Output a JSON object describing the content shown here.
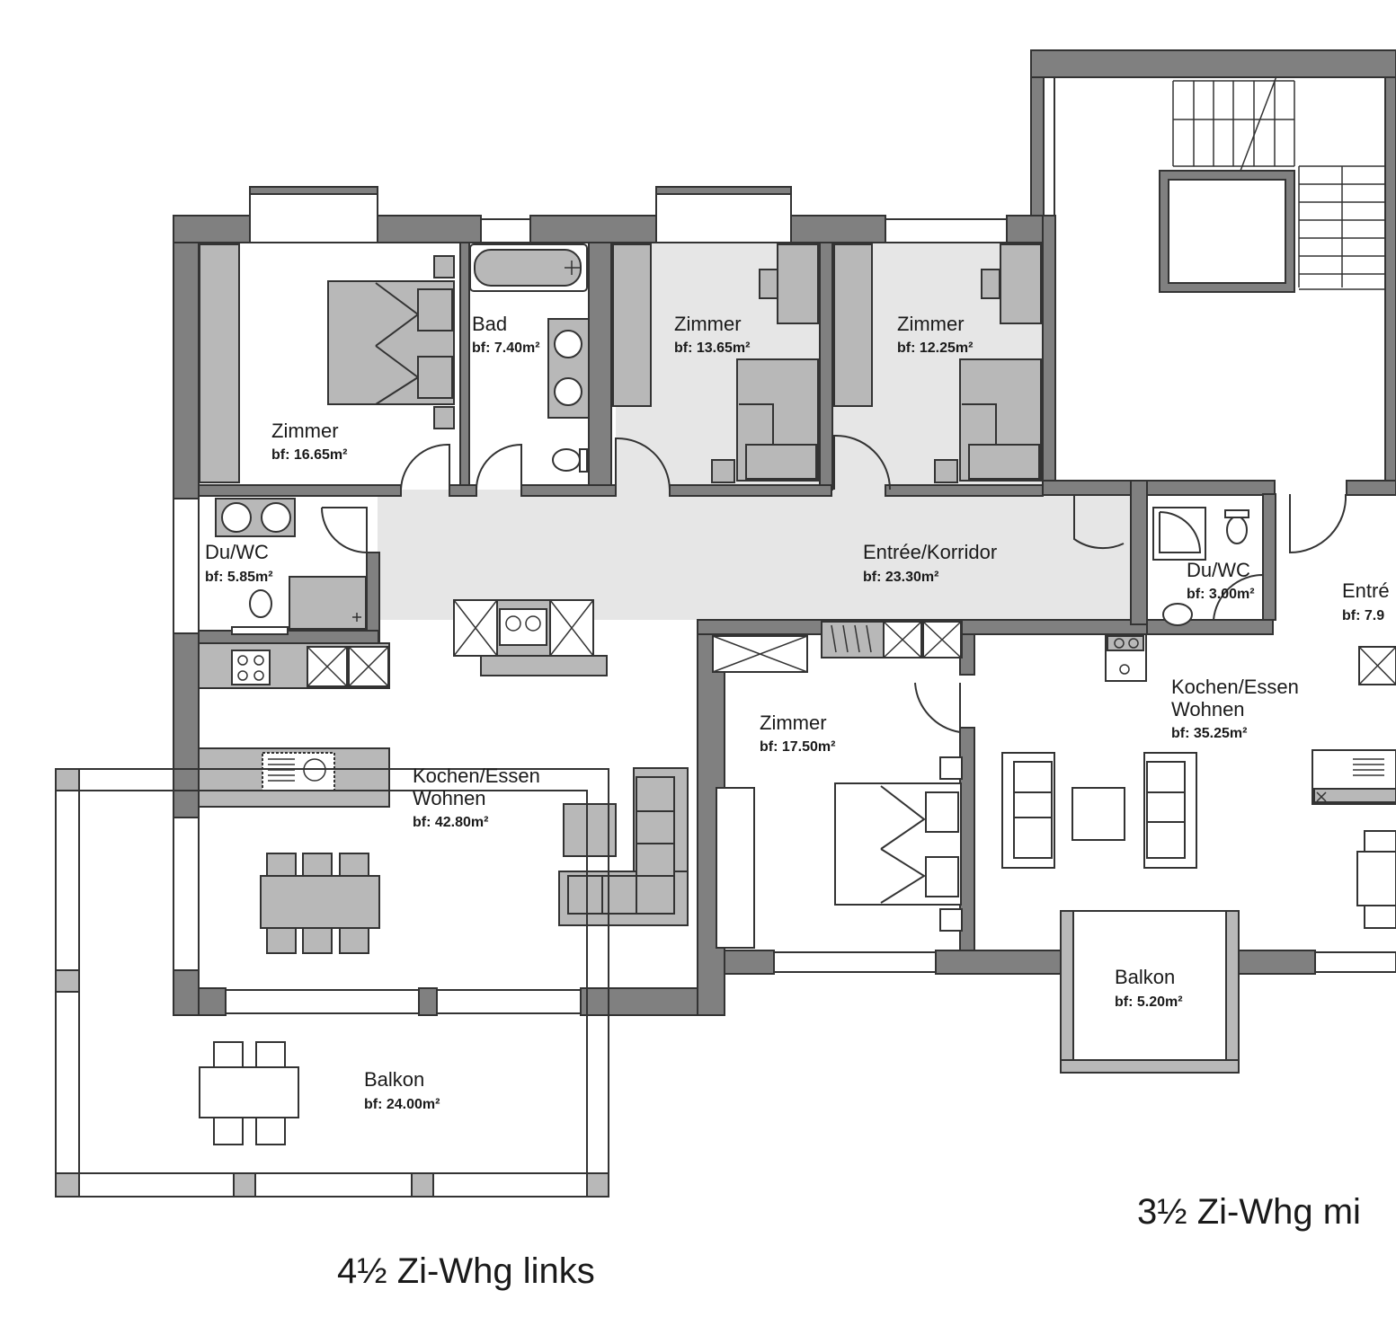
{
  "rooms": {
    "zimmer_1": {
      "name": "Zimmer",
      "area": "bf: 16.65m²"
    },
    "bad": {
      "name": "Bad",
      "area": "bf: 7.40m²"
    },
    "zimmer_2": {
      "name": "Zimmer",
      "area": "bf: 13.65m²"
    },
    "zimmer_3": {
      "name": "Zimmer",
      "area": "bf: 12.25m²"
    },
    "duwc_left": {
      "name": "Du/WC",
      "area": "bf: 5.85m²"
    },
    "entree_korridor": {
      "name": "Entrée/Korridor",
      "area": "bf: 23.30m²"
    },
    "duwc_right": {
      "name": "Du/WC",
      "area": "bf: 3.00m²"
    },
    "entree_right": {
      "name": "Entré",
      "area": "bf: 7.9"
    },
    "kochen_left": {
      "name_line1": "Kochen/Essen",
      "name_line2": "Wohnen",
      "area": "bf: 42.80m²"
    },
    "zimmer_4": {
      "name": "Zimmer",
      "area": "bf: 17.50m²"
    },
    "kochen_right": {
      "name_line1": "Kochen/Essen",
      "name_line2": "Wohnen",
      "area": "bf: 35.25m²"
    },
    "balkon_right": {
      "name": "Balkon",
      "area": "bf: 5.20m²"
    },
    "balkon_left": {
      "name": "Balkon",
      "area": "bf: 24.00m²"
    }
  },
  "captions": {
    "left_unit": "4½ Zi-Whg links",
    "right_unit": "3½ Zi-Whg mi"
  },
  "colors": {
    "wall": "#808080",
    "furniture": "#b8b8b8",
    "corridor": "#e6e6e6",
    "ink": "#1a1a1a"
  }
}
